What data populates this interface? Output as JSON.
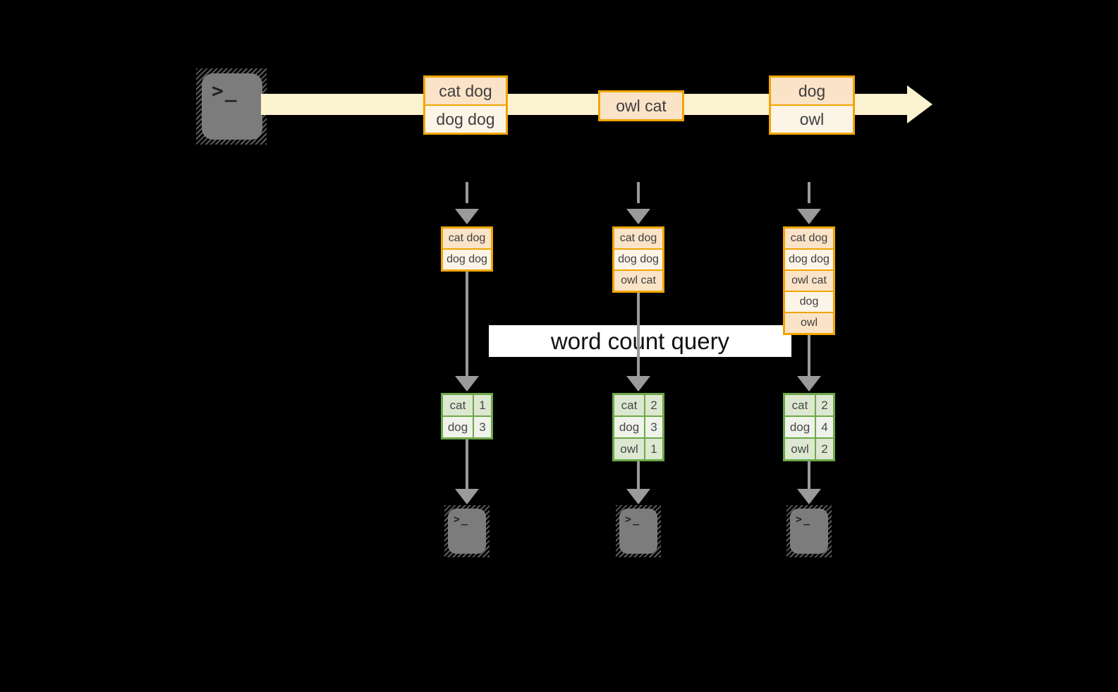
{
  "query_label": "word count query",
  "terminal_prompt": ">_",
  "stream": {
    "batches": [
      {
        "lines": [
          "cat dog",
          "dog dog"
        ]
      },
      {
        "lines": [
          "owl cat"
        ]
      },
      {
        "lines": [
          "dog",
          "owl"
        ]
      }
    ]
  },
  "columns": [
    {
      "state": [
        "cat dog",
        "dog dog"
      ],
      "counts": {
        "rows": [
          [
            "cat",
            "1"
          ],
          [
            "dog",
            "3"
          ]
        ]
      }
    },
    {
      "state": [
        "cat dog",
        "dog dog",
        "owl cat"
      ],
      "counts": {
        "rows": [
          [
            "cat",
            "2"
          ],
          [
            "dog",
            "3"
          ],
          [
            "owl",
            "1"
          ]
        ]
      }
    },
    {
      "state": [
        "cat dog",
        "dog dog",
        "owl cat",
        "dog",
        "owl"
      ],
      "counts": {
        "rows": [
          [
            "cat",
            "2"
          ],
          [
            "dog",
            "4"
          ],
          [
            "owl",
            "2"
          ]
        ]
      }
    }
  ],
  "colors": {
    "background": "#000000",
    "accent_orange": "#f0a500",
    "accent_green": "#6ea84a",
    "stream_band": "#fbf2d0",
    "cell_peach": "#fae3c7",
    "cell_cream": "#fdf4e8",
    "green_cell_dark": "#dde8d1",
    "green_cell_light": "#eff3ea",
    "arrow_gray": "#9a9a9a",
    "terminal_gray": "#7c7c7c"
  }
}
